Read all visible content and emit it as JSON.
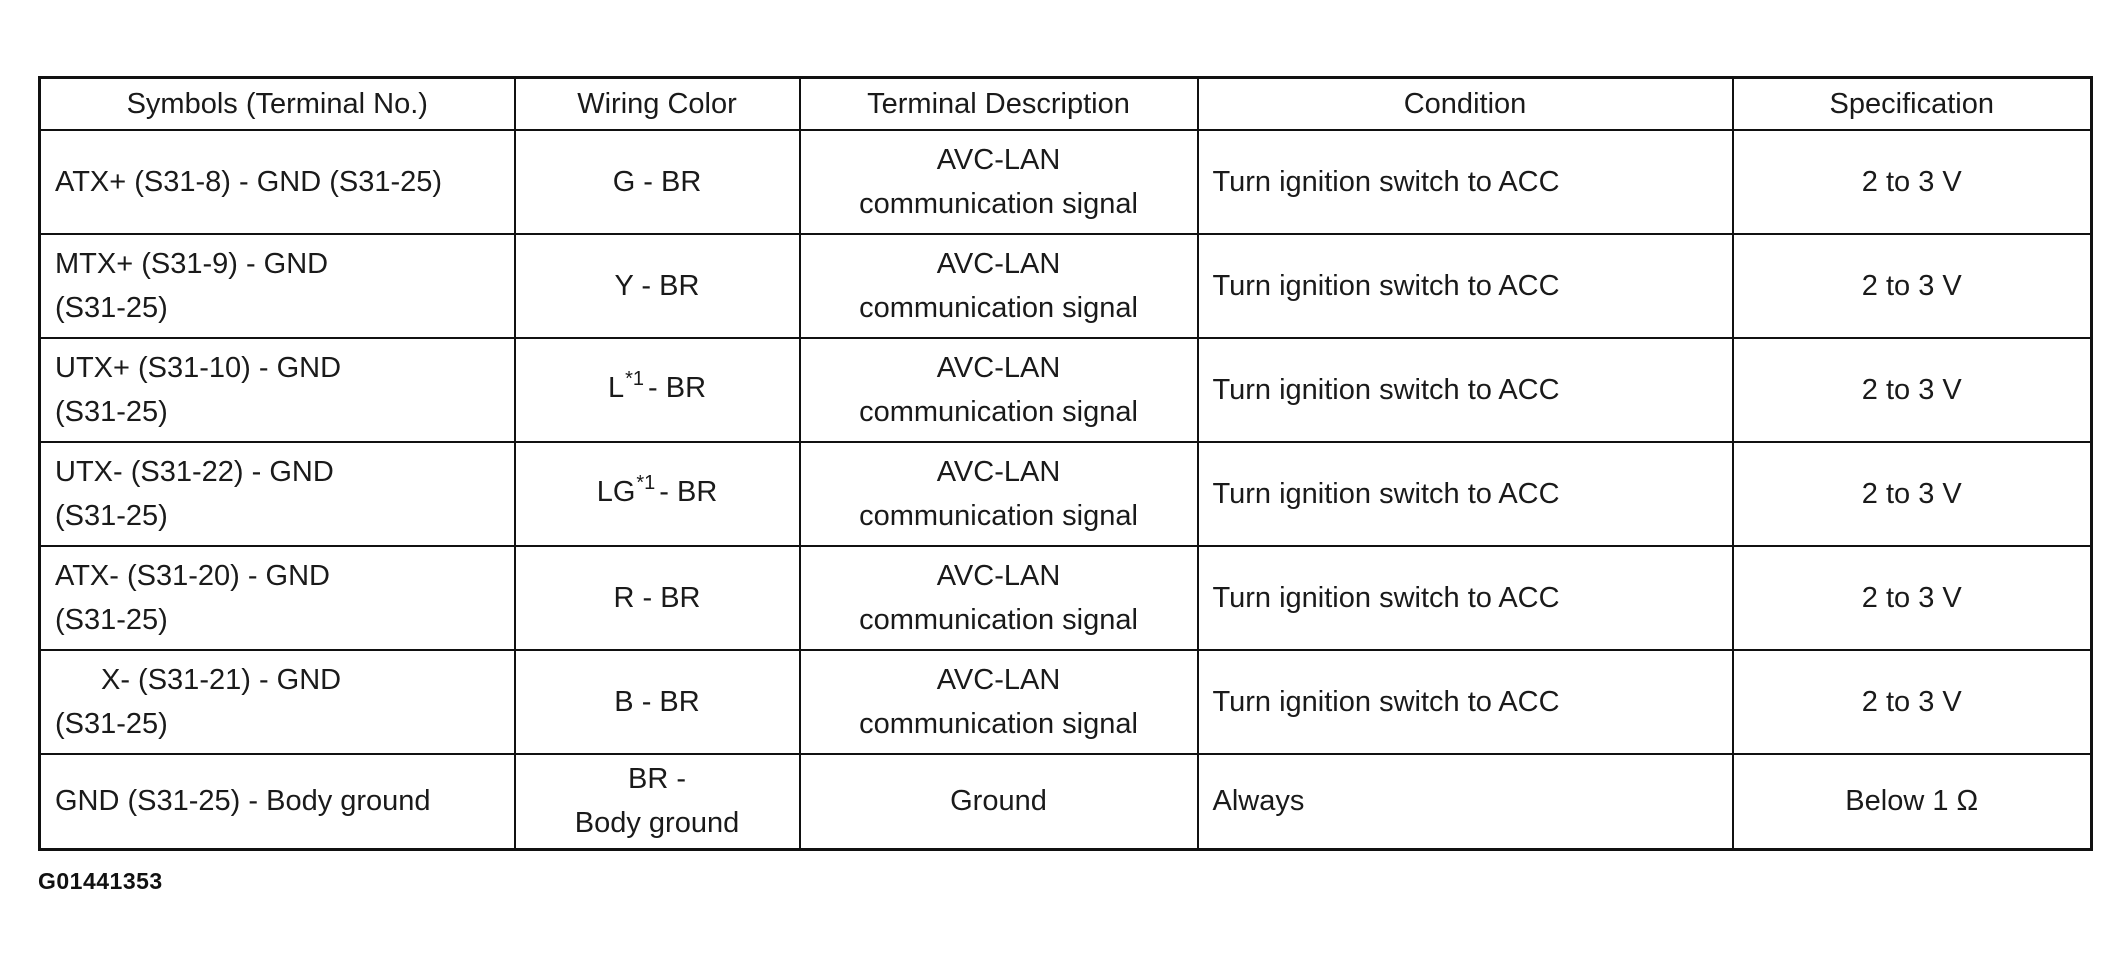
{
  "table": {
    "headers": [
      "Symbols (Terminal No.)",
      "Wiring Color",
      "Terminal Description",
      "Condition",
      "Specification"
    ],
    "rows": [
      {
        "symbol": [
          "ATX+ (S31-8) - GND (S31-25)"
        ],
        "wiring": [
          "G - BR"
        ],
        "description": [
          "AVC-LAN",
          "communication signal"
        ],
        "condition": "Turn ignition switch to ACC",
        "specification": "2 to 3 V"
      },
      {
        "symbol": [
          "MTX+ (S31-9) - GND",
          "(S31-25)"
        ],
        "wiring": [
          "Y - BR"
        ],
        "description": [
          "AVC-LAN",
          "communication signal"
        ],
        "condition": "Turn ignition switch to ACC",
        "specification": "2 to 3 V"
      },
      {
        "symbol": [
          "UTX+ (S31-10) - GND",
          "(S31-25)"
        ],
        "wiring_base": "L",
        "wiring_sup": "*1",
        "wiring_rest": "- BR",
        "description": [
          "AVC-LAN",
          "communication signal"
        ],
        "condition": "Turn ignition switch to ACC",
        "specification": "2 to 3 V"
      },
      {
        "symbol": [
          "UTX- (S31-22) - GND",
          "(S31-25)"
        ],
        "wiring_base": "LG",
        "wiring_sup": "*1",
        "wiring_rest": "- BR",
        "description": [
          "AVC-LAN",
          "communication signal"
        ],
        "condition": "Turn ignition switch to ACC",
        "specification": "2 to 3 V"
      },
      {
        "symbol": [
          "ATX- (S31-20) - GND",
          "(S31-25)"
        ],
        "wiring": [
          "R - BR"
        ],
        "description": [
          "AVC-LAN",
          "communication signal"
        ],
        "condition": "Turn ignition switch to ACC",
        "specification": "2 to 3 V"
      },
      {
        "symbol": [
          "X- (S31-21) - GND",
          "(S31-25)"
        ],
        "wiring": [
          "B - BR"
        ],
        "description": [
          "AVC-LAN",
          "communication signal"
        ],
        "condition": "Turn ignition switch to ACC",
        "specification": "2 to 3 V"
      },
      {
        "symbol": [
          "GND (S31-25) - Body ground"
        ],
        "wiring": [
          "BR -",
          "Body ground"
        ],
        "description": [
          "Ground"
        ],
        "condition": "Always",
        "specification": "Below 1 Ω"
      }
    ]
  },
  "figure_id": "G01441353"
}
